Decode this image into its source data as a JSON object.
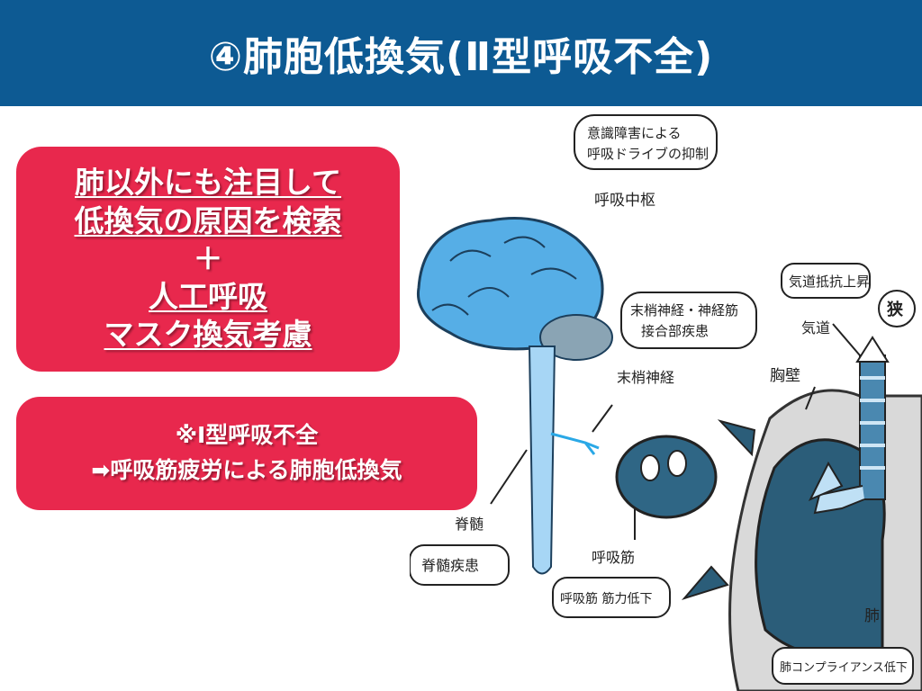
{
  "header": {
    "title": "④肺胞低換気(Ⅱ型呼吸不全)"
  },
  "box1": {
    "line1": "肺以外にも注目して",
    "line2": "低換気の原因を検索",
    "line3": "＋",
    "line4": "人工呼吸",
    "line5": "マスク換気考慮"
  },
  "box2": {
    "line1": "※Ⅰ型呼吸不全",
    "line2": "➡呼吸筋疲労による肺胞低換気"
  },
  "illustration": {
    "bubble_central": "意識障害による\n呼吸ドライブの抑制",
    "label_central": "呼吸中枢",
    "bubble_airway": "気道抵抗上昇",
    "label_airway": "気道",
    "badge_airway": "狭",
    "bubble_nerve": "末梢神経・神経筋\n接合部疾患",
    "label_nerve": "末梢神経",
    "label_chestwall": "胸壁",
    "label_spinal": "脊髄",
    "bubble_spinal": "脊髄疾患",
    "label_muscle": "呼吸筋",
    "bubble_muscle": "呼吸筋 筋力低下",
    "label_lung": "肺",
    "bubble_lung": "肺コンプライアンス低下"
  },
  "colors": {
    "header": "#0d5a93",
    "box": "#e8284d",
    "brain": "#56aee6",
    "lung": "#2b5d79",
    "spine": "#a7d6f5"
  }
}
